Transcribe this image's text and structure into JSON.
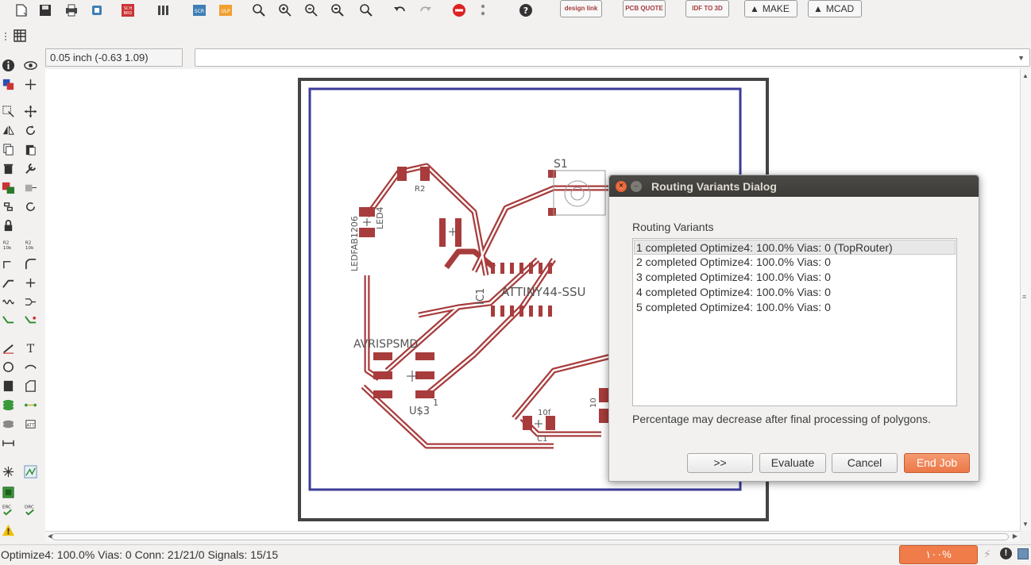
{
  "toolbar": {
    "icons": [
      "open-icon",
      "save-icon",
      "print-icon",
      "cam-icon",
      "sch-brd-icon",
      "library-icon",
      "scr-icon",
      "ulp-icon",
      "zoom-fit-icon",
      "zoom-in-icon",
      "zoom-out-icon",
      "zoom-redraw-icon",
      "zoom-select-icon",
      "undo-icon",
      "redo-icon",
      "stop-icon",
      "go-icon",
      "help-icon"
    ],
    "design_link_label": "design link",
    "pcb_quote_label": "PCB QUOTE",
    "idf_label": "IDF TO 3D",
    "make_label": "MAKE",
    "mcad_label": "MCAD"
  },
  "coord_display": "0.05 inch (-0.63 1.09)",
  "command_input": {
    "value": "",
    "placeholder": ""
  },
  "board": {
    "parts": [
      "S1",
      "R2",
      "LEDFAB1206",
      "LED4",
      "IC1",
      "ATTINY44-SSU",
      "AVRISPSMD",
      "U$3",
      "1",
      "C1",
      "10f",
      "10"
    ]
  },
  "dialog": {
    "title": "Routing Variants Dialog",
    "section_label": "Routing Variants",
    "variants": [
      "1 completed Optimize4:  100.0%  Vias: 0 (TopRouter)",
      "2 completed Optimize4:  100.0%  Vias: 0",
      "3 completed Optimize4:  100.0%  Vias: 0",
      "4 completed Optimize4:  100.0%  Vias: 0",
      "5 completed Optimize4:  100.0%  Vias: 0"
    ],
    "note": "Percentage may decrease after final processing of polygons.",
    "buttons": {
      "next": ">>",
      "evaluate": "Evaluate",
      "cancel": "Cancel",
      "end_job": "End Job"
    }
  },
  "status": {
    "text": "Optimize4: 100.0%  Vias: 0  Conn: 21/21/0  Signals: 15/15",
    "progress_label": "١٠٠%"
  },
  "colors": {
    "trace": "#a83c3c",
    "outline": "#3b3b9a",
    "frame": "#444444",
    "accent": "#f07c4a"
  }
}
